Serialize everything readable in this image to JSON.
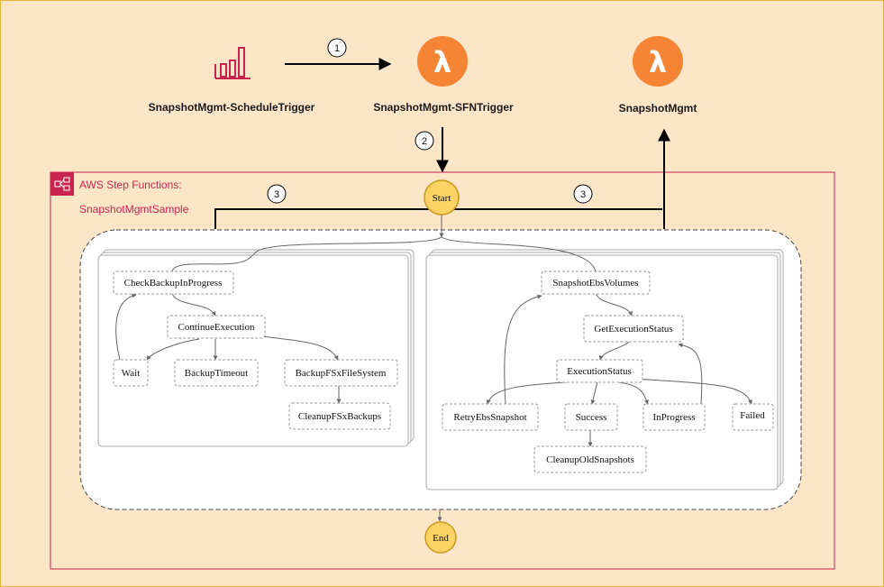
{
  "nodes": {
    "schedule_trigger": "SnapshotMgmt-ScheduleTrigger",
    "sfn_trigger": "SnapshotMgmt-SFNTrigger",
    "snapshot_mgmt": "SnapshotMgmt"
  },
  "step_functions": {
    "title_line1": "AWS Step Functions:",
    "title_line2": "SnapshotMgmtSample"
  },
  "steps": {
    "s1": "1",
    "s2": "2",
    "s3a": "3",
    "s3b": "3"
  },
  "flow": {
    "start": "Start",
    "end": "End"
  },
  "left_branch": {
    "check": "CheckBackupInProgress",
    "continue": "ContinueExecution",
    "wait": "Wait",
    "timeout": "BackupTimeout",
    "backup": "BackupFSxFileSystem",
    "cleanup": "CleanupFSxBackups"
  },
  "right_branch": {
    "snapshot": "SnapshotEbsVolumes",
    "get_status": "GetExecutionStatus",
    "exec_status": "ExecutionStatus",
    "retry": "RetryEbsSnapshot",
    "success": "Success",
    "in_progress": "InProgress",
    "failed": "Failed",
    "cleanup_old": "CleanupOldSnapshots"
  },
  "colors": {
    "background": "#fde5c8",
    "lambda_orange": "#f58534",
    "event_pink": "#c7254e",
    "state_node": "#fdd365"
  }
}
